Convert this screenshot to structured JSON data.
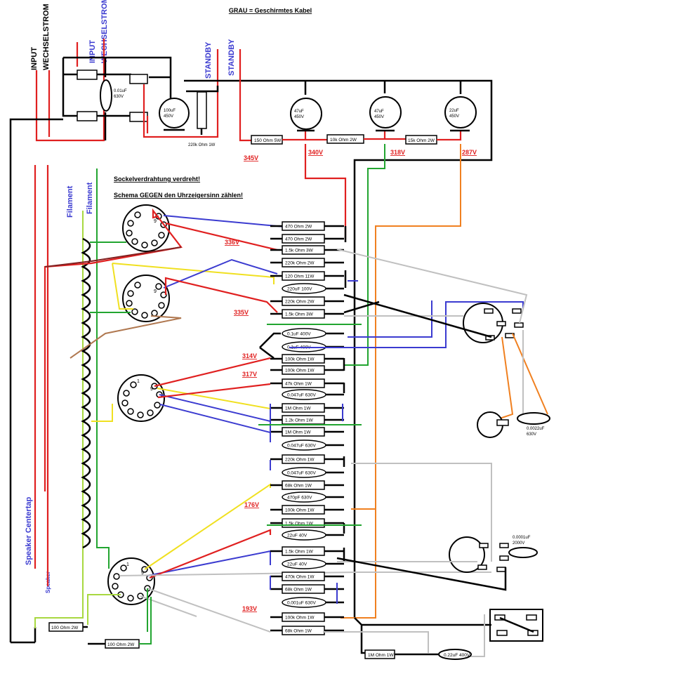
{
  "title": "GRAU = Geschirmtes Kabel",
  "labels": {
    "input": "INPUT",
    "wechselstrom": "WECHSELSTROM",
    "input2": "INPUT",
    "wechselstrom2": "WECHSELSTROM",
    "standby": "STANDBY",
    "standby2": "STANDBY",
    "filament": "Filament",
    "filament2": "Filament",
    "speaker_centertap": "Speaker Centertap",
    "speaker": "Speaker",
    "note1": "Sockelverdrahtung verdreht!",
    "note2": "Schema GEGEN den Uhrzeigersinn zählen!"
  },
  "caps_top": [
    {
      "value": "0.01uF",
      "voltage": "630V"
    },
    {
      "value": "100uF",
      "voltage": "450V"
    },
    {
      "value": "47uF",
      "voltage": "450V"
    },
    {
      "value": "47uF",
      "voltage": "450V"
    },
    {
      "value": "22uF",
      "voltage": "450V"
    }
  ],
  "resistors_top": {
    "r220k": "220k Ohm 1W",
    "r150": "150 Ohm 5W",
    "r10k": "10k Ohm 2W",
    "r15k": "15k Ohm 2W"
  },
  "voltages": {
    "v345": "345V",
    "v340": "340V",
    "v318": "318V",
    "v287": "287V",
    "v336": "336V",
    "v335": "335V",
    "v314": "314V",
    "v317": "317V",
    "v176": "176V",
    "v193": "193V"
  },
  "column": [
    "470 Ohm 2W",
    "470 Ohm 2W",
    "1.5k Ohm 3W",
    "220k Ohm 2W",
    "120 Ohm 11W",
    "220uF 100V",
    "220k Ohm 2W",
    "1.5k Ohm 3W",
    "0.1uF 400V",
    "0.1uF 400V",
    "100k Ohm 1W",
    "100k Ohm 1W",
    "47k Ohm 1W",
    "0.047uF 630V",
    "1M Ohm 1W",
    "1.2k Ohm 1W",
    "1M Ohm 1W",
    "0.047uF 630V",
    "220k Ohm 1W",
    "0.047uF 630V",
    "68k Ohm 1W",
    "470pF 630V",
    "100k Ohm 1W",
    "1.5k Ohm 1W",
    "22uF 40V",
    "1.5k Ohm 1W",
    "22uF 40V",
    "470k Ohm 1W",
    "68k Ohm 1W",
    "0.001uF 630V",
    "100k Ohm 1W",
    "68k Ohm 1W"
  ],
  "right_parts": {
    "c0022": "0.0022uF",
    "c0022v": "630V",
    "c0001": "0.0001uF",
    "c0001v": "2000V",
    "r1m": "1M Ohm 1W",
    "c022": "0.22uF 400V"
  },
  "bottom_left": {
    "r100a": "100 Ohm 2W",
    "r100b": "100 Ohm 2W"
  },
  "tube_pins": {
    "p9": "9",
    "p1": "1"
  }
}
